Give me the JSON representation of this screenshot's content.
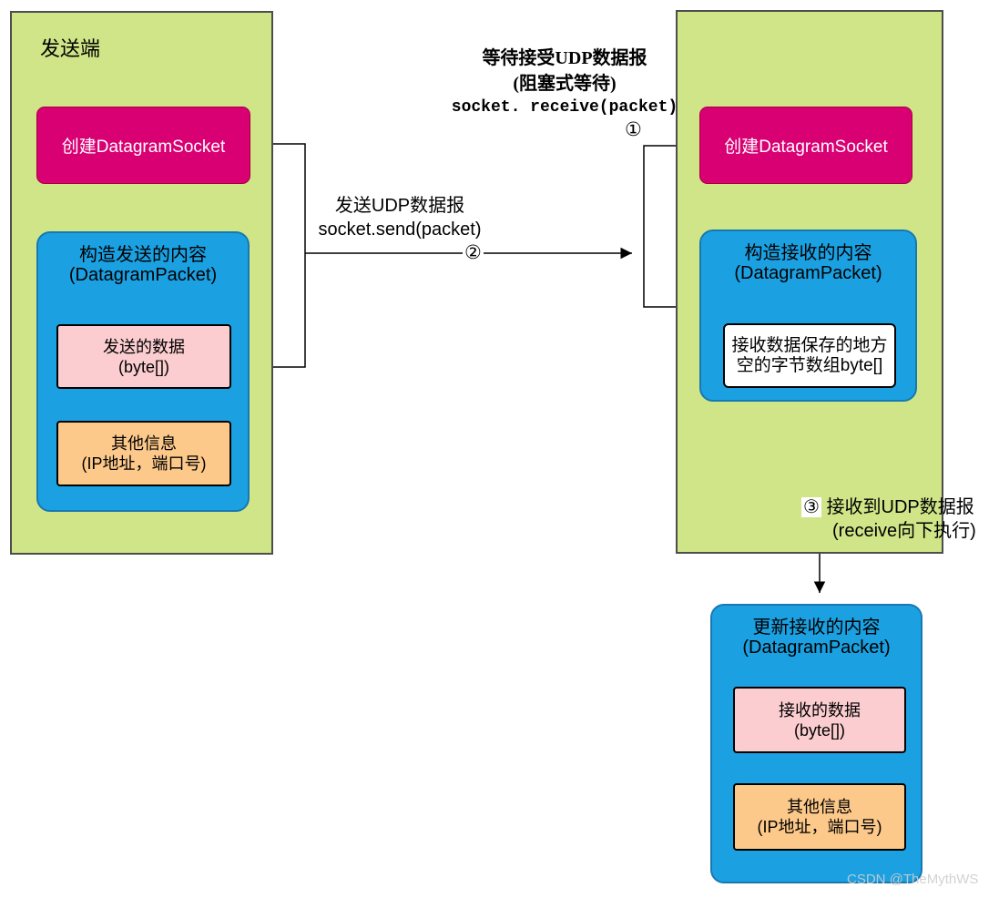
{
  "colors": {
    "panel_green": "#cfe587",
    "panel_border": "#4d4d4d",
    "magenta": "#d80073",
    "blue": "#1ba1e2",
    "blue_border": "#1878b0",
    "inner_pink": "#fbcdd0",
    "inner_orange": "#fdc98a",
    "inner_white": "#ffffff",
    "line_black": "#000000"
  },
  "sender": {
    "panel_label": "发送端",
    "create_socket_label": "创建DatagramSocket",
    "packet_title_1": "构造发送的内容",
    "packet_title_2": "(DatagramPacket)",
    "data_line_1": "发送的数据",
    "data_line_2": "(byte[])",
    "info_line_1": "其他信息",
    "info_line_2": "(IP地址，端口号)"
  },
  "receiver": {
    "create_socket_label": "创建DatagramSocket",
    "packet_title_1": "构造接收的内容",
    "packet_title_2": "(DatagramPacket)",
    "buffer_line_1": "接收数据保存的地方",
    "buffer_line_2": "空的字节数组byte[]"
  },
  "result": {
    "title_1": "更新接收的内容",
    "title_2": "(DatagramPacket)",
    "data_line_1": "接收的数据",
    "data_line_2": "(byte[])",
    "info_line_1": "其他信息",
    "info_line_2": "(IP地址，端口号)"
  },
  "annotations": {
    "wait_line_1": "等待接受UDP数据报",
    "wait_line_2": "(阻塞式等待)",
    "wait_code": "socket. receive(packet)",
    "step_1": "①",
    "send_line_1": "发送UDP数据报",
    "send_code": "socket.send(packet)",
    "step_2": "②",
    "step_3": "③",
    "receive_line_1": "接收到UDP数据报",
    "receive_line_2": "(receive向下执行)"
  },
  "watermark": "CSDN @TheMythWS"
}
